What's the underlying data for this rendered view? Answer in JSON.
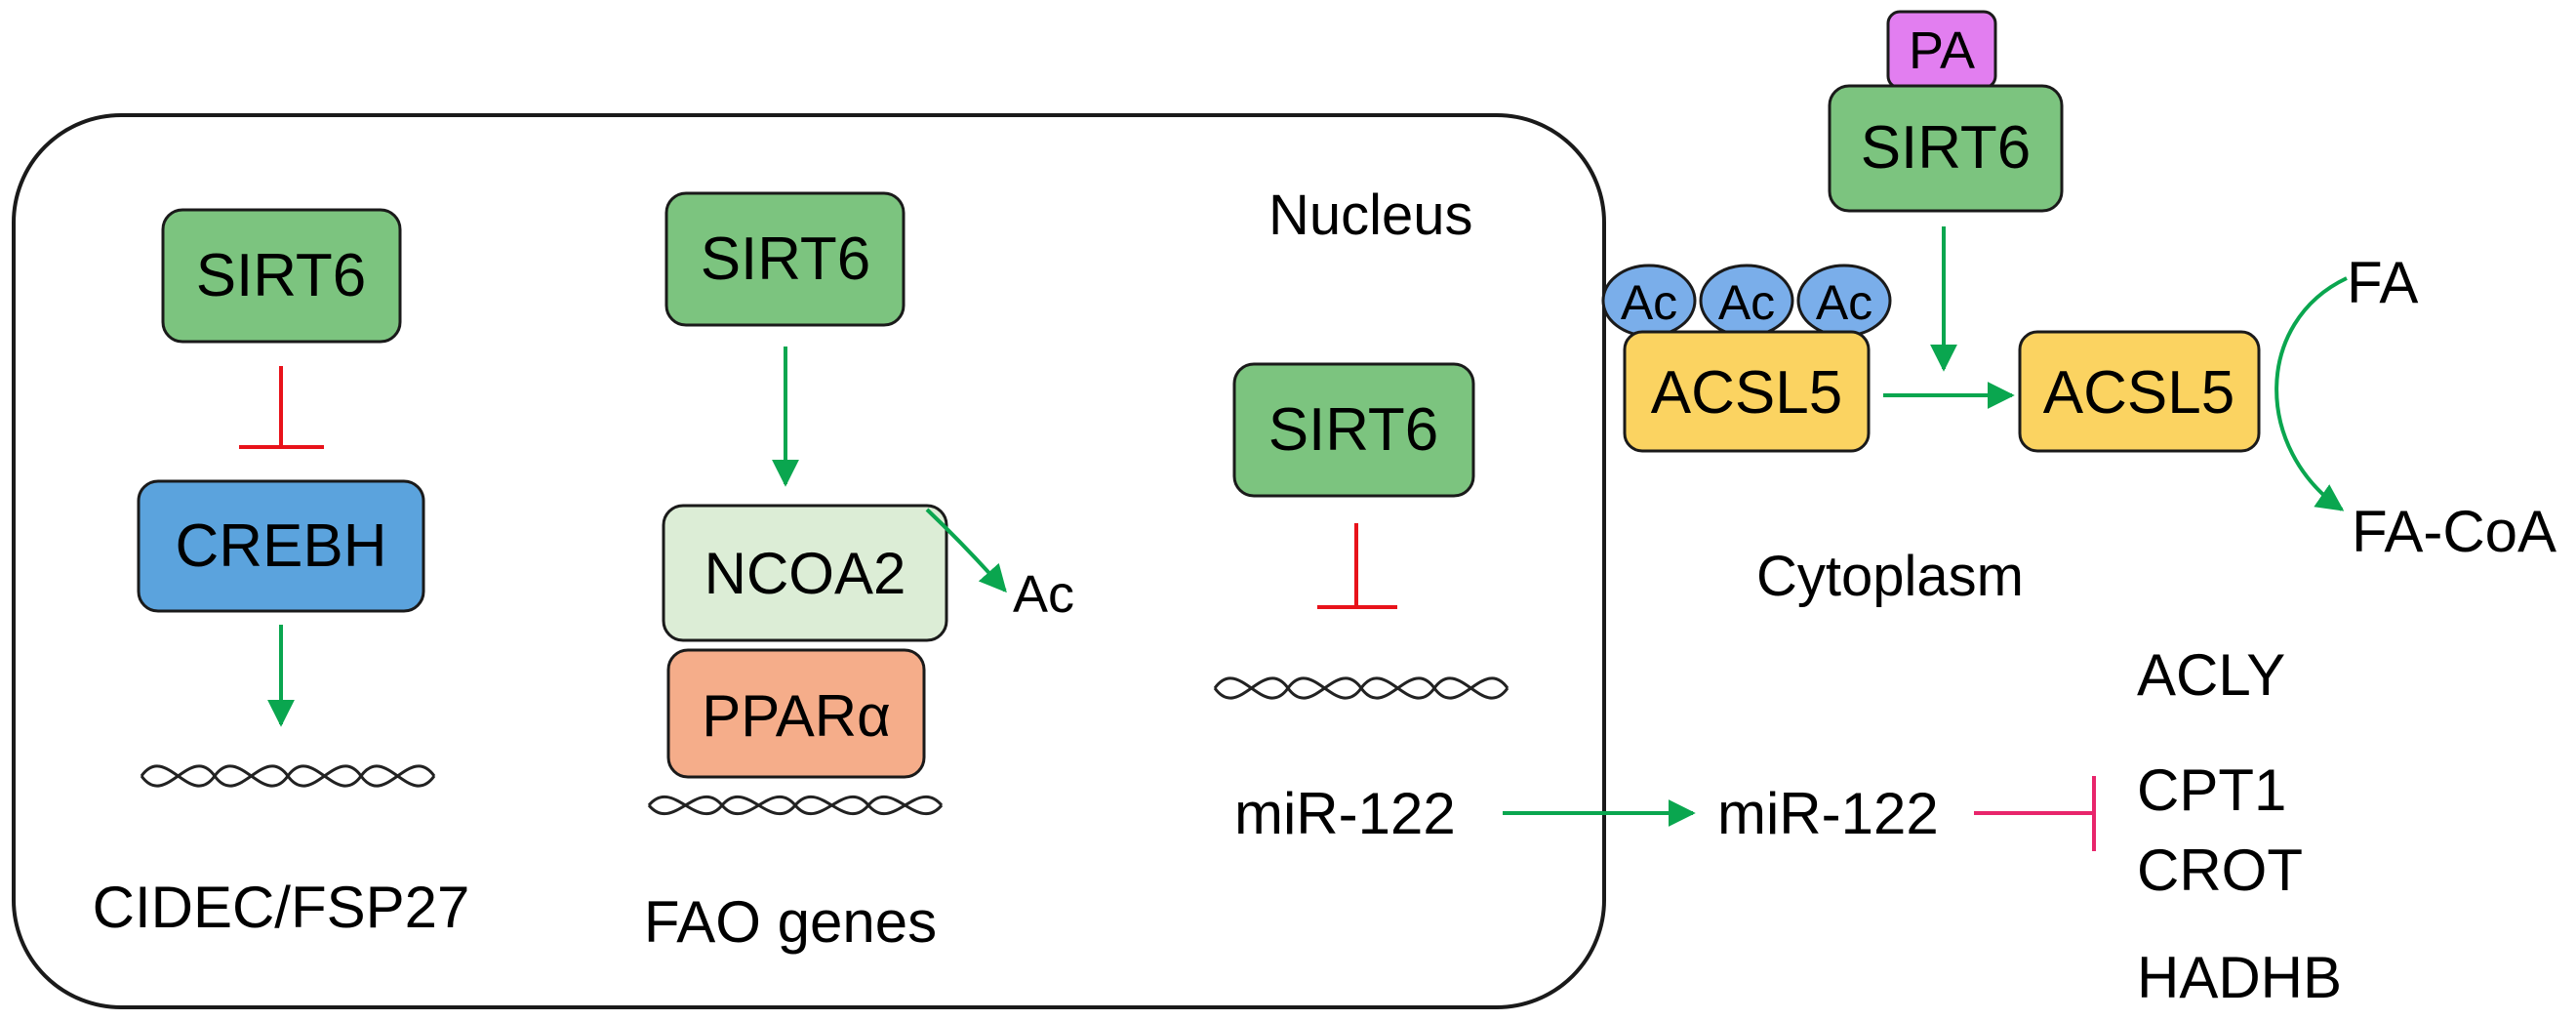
{
  "colors": {
    "sirt6_fill": "#7cc47f",
    "crebh_fill": "#5ba3dd",
    "ncoa2_fill": "#dcedd6",
    "ppar_fill": "#f5ad8a",
    "acsl5_fill": "#fbd361",
    "ac_fill": "#7aaeea",
    "pa_fill": "#e27ef0",
    "activate_arrow": "#0aa64f",
    "inhibit_red": "#e8121a",
    "inhibit_pink": "#e8256b",
    "box_stroke": "#1a1a1a"
  },
  "nucleus": {
    "label": "Nucleus",
    "pathway1": {
      "sirt6": "SIRT6",
      "crebh": "CREBH",
      "gene": "CIDEC/FSP27"
    },
    "pathway2": {
      "sirt6": "SIRT6",
      "ncoa2": "NCOA2",
      "ac": "Ac",
      "ppar": "PPARα",
      "gene": "FAO genes"
    },
    "pathway3": {
      "sirt6": "SIRT6",
      "mirna": "miR-122"
    }
  },
  "cytoplasm": {
    "label": "Cytoplasm",
    "pa": "PA",
    "sirt6": "SIRT6",
    "ac_tags": [
      "Ac",
      "Ac",
      "Ac"
    ],
    "acsl5_acetylated": "ACSL5",
    "acsl5_active": "ACSL5",
    "fa": "FA",
    "fa_coa": "FA-CoA",
    "mirna": "miR-122",
    "targets": [
      "ACLY",
      "CPT1",
      "CROT",
      "HADHB"
    ]
  }
}
